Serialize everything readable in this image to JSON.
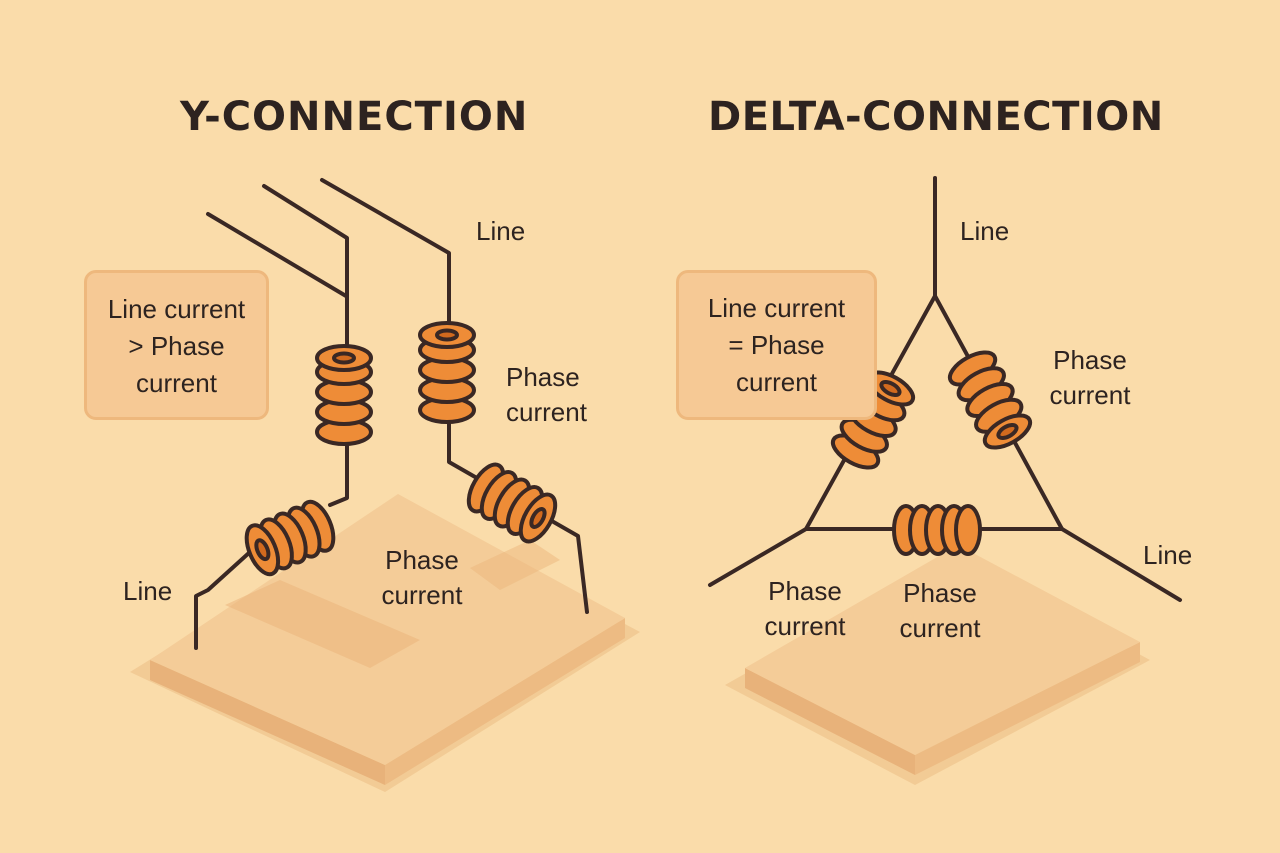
{
  "y_connection": {
    "title": "Y-CONNECTION",
    "note_lines": [
      "Line current",
      "> Phase",
      "current"
    ],
    "line_top": "Line",
    "line_bottom": "Line",
    "phase_right": [
      "Phase",
      "current"
    ],
    "phase_center": [
      "Phase",
      "current"
    ]
  },
  "delta_connection": {
    "title": "DELTA-CONNECTION",
    "note_lines": [
      "Line current",
      "= Phase",
      "current"
    ],
    "line_top": "Line",
    "line_right": "Line",
    "phase_right": [
      "Phase",
      "current"
    ],
    "phase_bottom_left": [
      "Phase",
      "current"
    ],
    "phase_bottom_center": [
      "Phase",
      "current"
    ]
  },
  "colors": {
    "background": "#fadcaa",
    "coil": "#ee8c37",
    "wire": "#3a2824",
    "platform": "#f3c58c"
  }
}
